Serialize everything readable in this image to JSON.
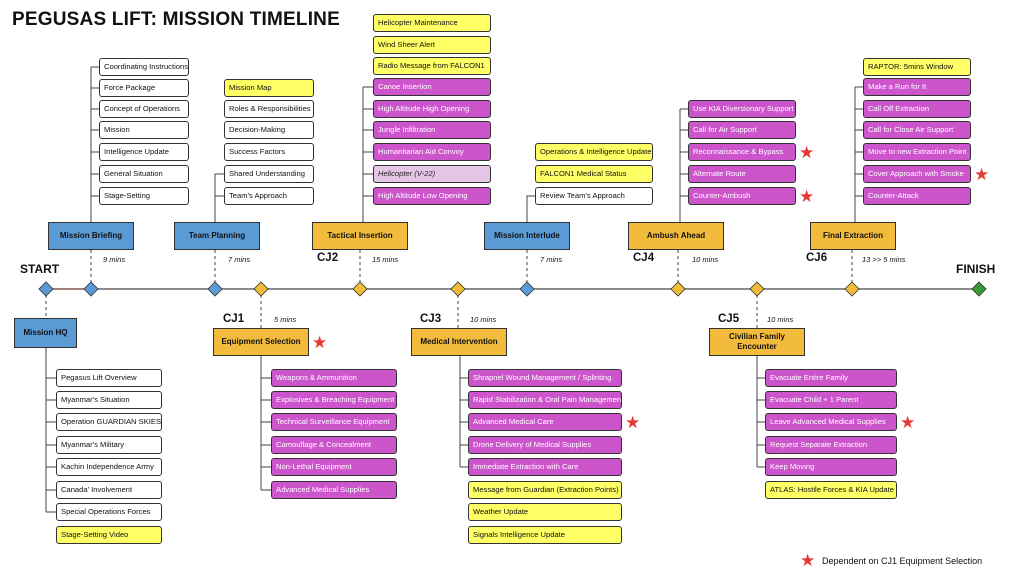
{
  "title": "PEGUSAS LIFT: MISSION TIMELINE",
  "start_label": "START",
  "finish_label": "FINISH",
  "legend_text": "Dependent on CJ1 Equipment Selection",
  "colors": {
    "blue": "#5b9bd5",
    "orange": "#f3bb3c",
    "yellow": "#ffff66",
    "magenta": "#cc55cc",
    "green": "#3a9a3a",
    "star": "#e53935"
  },
  "mission_hq": {
    "label": "Mission HQ",
    "items": [
      "Pegasus Lift Overview",
      "Myanmar's Situation",
      "Operation GUARDIAN SKIES",
      "Myanmar's Military",
      "Kachin Independence Army",
      "Canada' Involvement",
      "Special Operations Forces"
    ],
    "video": "Stage-Setting Video"
  },
  "mission_briefing": {
    "label": "Mission Briefing",
    "duration": "9 mins",
    "items": [
      "Coordinating Instructions",
      "Force Package",
      "Concept of Operations",
      "Mission",
      "Intelligence Update",
      "General Situation",
      "Stage-Setting"
    ]
  },
  "team_planning": {
    "label": "Team Planning",
    "duration": "7 mins",
    "map": "Mission Map",
    "items": [
      "Roles & Responsibilities",
      "Decision-Making",
      "Success Factors",
      "Shared Understanding",
      "Team's Approach"
    ]
  },
  "cj1": {
    "code": "CJ1",
    "label": "Equipment Selection",
    "duration": "5 mins",
    "items": [
      "Weapons & Ammunition",
      "Explosives & Breaching Equipment",
      "Technical Surveillance Equipment",
      "Camouflage & Concealment",
      "Non-Lethal Equipment",
      "Advanced Medical Supplies"
    ]
  },
  "cj2": {
    "code": "CJ2",
    "label": "Tactical Insertion",
    "duration": "15 mins",
    "alerts": [
      "Helicopter Maintenance",
      "Wind Sheer Alert",
      "Radio Message from FALCON1"
    ],
    "items": [
      "Canoe Insertion",
      "High Altitude High Opening",
      "Jungle Infiltration",
      "Humanitarian Aid Convoy",
      "Helicopter (V-22)",
      "High Altitude Low Opening"
    ]
  },
  "cj3": {
    "code": "CJ3",
    "label": "Medical Intervention",
    "duration": "10 mins",
    "items": [
      "Shrapnel Wound Management / Splinting",
      "Rapid Stabilization & Oral Pain Management",
      "Advanced Medical Care",
      "Drone Delivery of Medical Supplies",
      "Immediate Extraction with Care"
    ],
    "updates": [
      "Message from Guardian (Extraction Points)",
      "Weather Update",
      "Signals Intelligence Update"
    ]
  },
  "interlude": {
    "label": "Mission Interlude",
    "duration": "7 mins",
    "updates": [
      "Operations & Intelligence Update",
      "FALCON1 Medical Status"
    ],
    "item": "Review Team's Approach"
  },
  "cj4": {
    "code": "CJ4",
    "label": "Ambush Ahead",
    "duration": "10 mins",
    "items": [
      "Use KIA Diversionary Support",
      "Call for Air Support",
      "Reconnaissance & Bypass",
      "Alternate Route",
      "Counter-Ambush"
    ]
  },
  "cj5": {
    "code": "CJ5",
    "label": "Civilian Family Encounter",
    "duration": "10 mins",
    "items": [
      "Evacuate Entire Family",
      "Evacuate Child + 1 Parent",
      "Leave Advanced Medical Supplies",
      "Request Separate Extraction",
      "Keep Moving"
    ],
    "update": "ATLAS: Hostile Forces & KIA Update"
  },
  "cj6": {
    "code": "CJ6",
    "label": "Final Extraction",
    "duration": "13 >> 5 mins",
    "window": "RAPTOR: 5mins Window",
    "items": [
      "Make a Run for It",
      "Call Off Extraction",
      "Call for Close Air Support",
      "Move to new Extraction Point",
      "Cover Approach with Smoke",
      "Counter-Attack"
    ]
  }
}
